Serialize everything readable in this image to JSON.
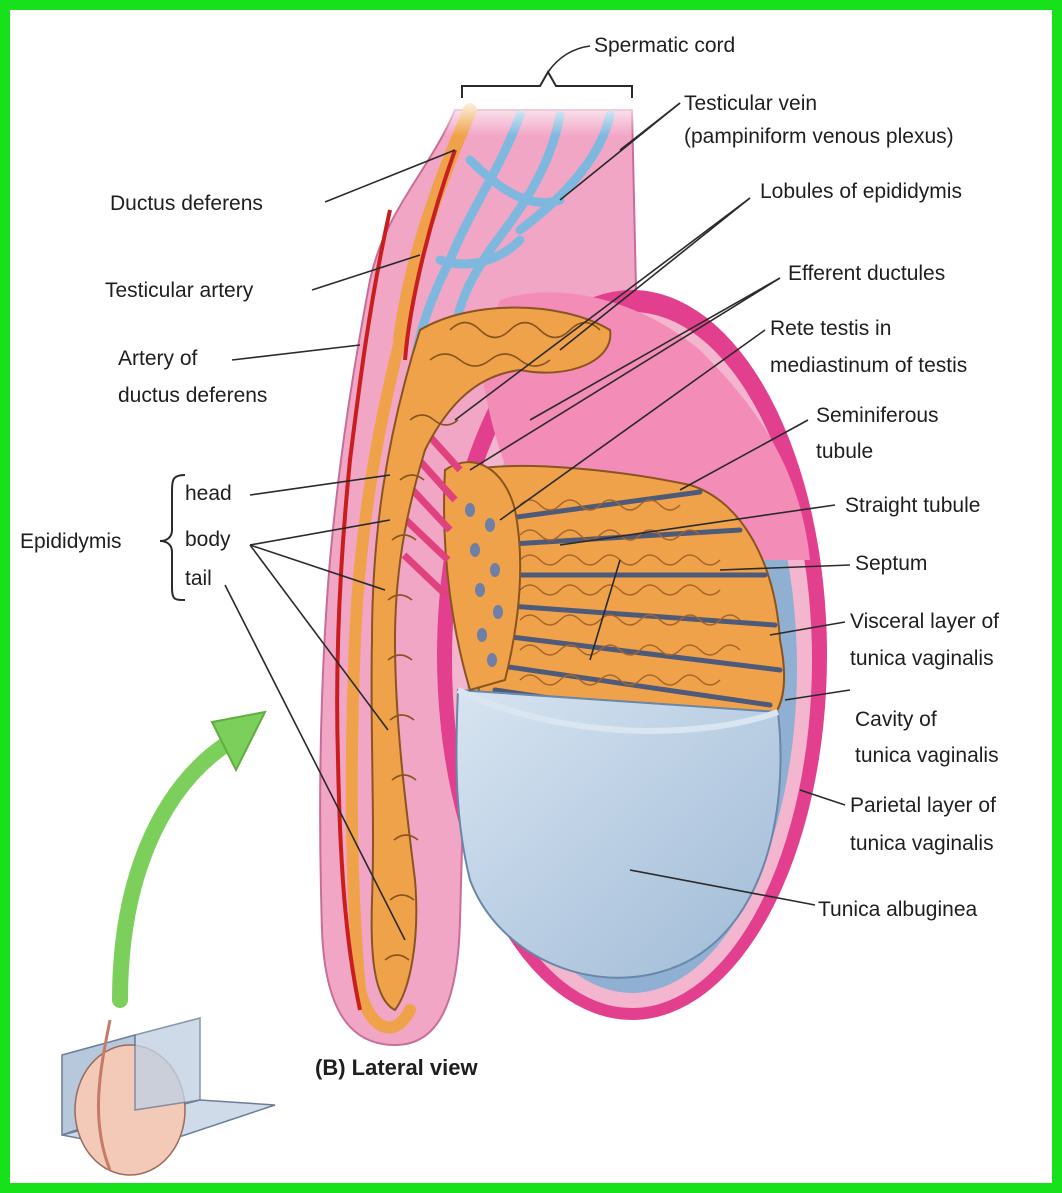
{
  "colors": {
    "frame": "#16e11a",
    "skin_pink": "#f2a6c6",
    "tunica_magenta": "#e33f8f",
    "epididymis_orange": "#f0a24a",
    "vein_blue": "#7fb8de",
    "artery_red": "#c81e1e",
    "albuginea_blue": "#b9cfe3",
    "arrow_green": "#7ccf5a"
  },
  "labels": {
    "spermatic_cord": "Spermatic cord",
    "testicular_vein_1": "Testicular vein",
    "testicular_vein_2": "(pampiniform venous plexus)",
    "ductus_deferens": "Ductus deferens",
    "lobules": "Lobules of epididymis",
    "testicular_artery": "Testicular artery",
    "efferent_ductules": "Efferent ductules",
    "artery_of_dd_1": "Artery of",
    "artery_of_dd_2": "ductus deferens",
    "rete_testis_1": "Rete testis in",
    "rete_testis_2": "mediastinum of testis",
    "seminiferous_1": "Seminiferous",
    "seminiferous_2": "tubule",
    "epididymis": "Epididymis",
    "head": "head",
    "body": "body",
    "tail": "tail",
    "straight_tubule": "Straight tubule",
    "septum": "Septum",
    "visceral_1": "Visceral layer of",
    "visceral_2": "tunica vaginalis",
    "cavity_1": "Cavity of",
    "cavity_2": "tunica vaginalis",
    "parietal_1": "Parietal layer of",
    "parietal_2": "tunica vaginalis",
    "tunica_albuginea": "Tunica albuginea",
    "caption": "(B) Lateral view"
  }
}
